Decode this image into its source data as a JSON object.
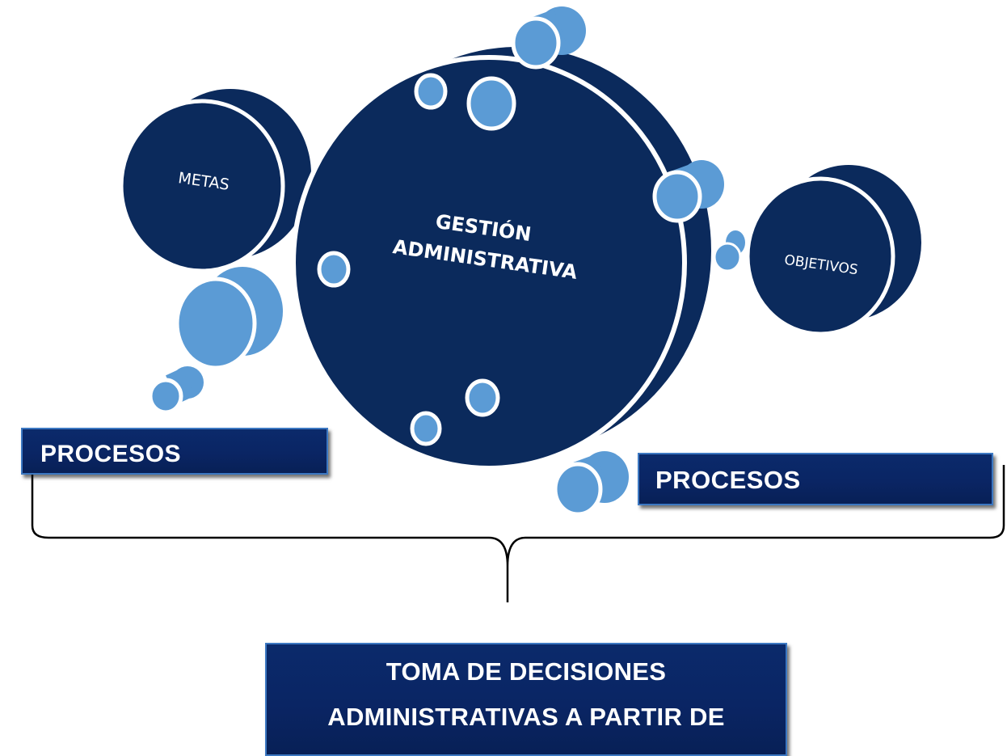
{
  "diagram": {
    "center_circle_label_line1": "GESTIÓN",
    "center_circle_label_line2": "ADMINISTRATIVA",
    "left_circle_label": "METAS",
    "right_circle_label": "OBJETIVOS",
    "left_box_label": "PROCESOS",
    "right_box_label": "PROCESOS",
    "bottom_box_line1": "TOMA DE DECISIONES",
    "bottom_box_line2": "ADMINISTRATIVAS A PARTIR DE"
  },
  "colors": {
    "dark_navy": "#0b2a5c",
    "light_blue": "#5b9bd5",
    "text": "#ffffff",
    "brace": "#000000"
  }
}
